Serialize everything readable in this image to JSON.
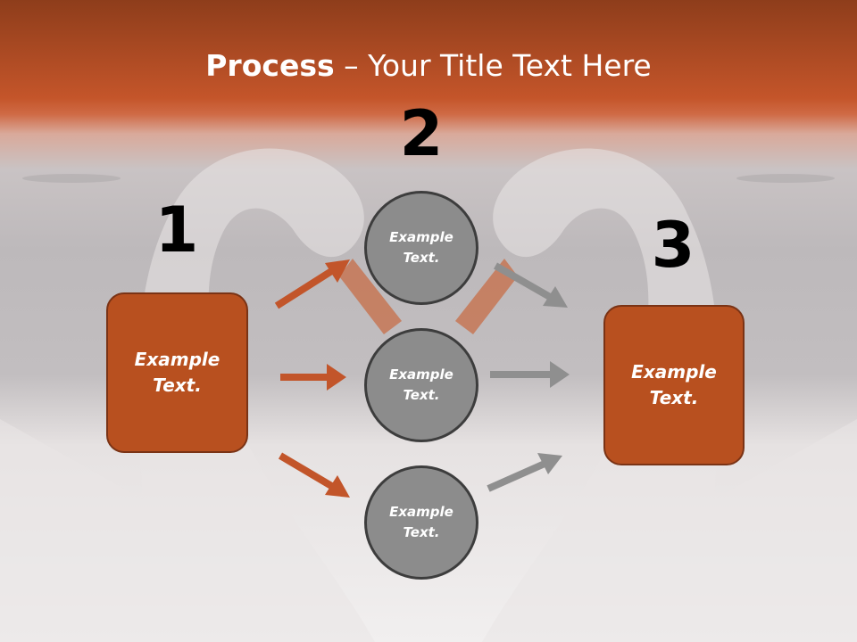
{
  "title": {
    "bold": "Process",
    "rest": " – Your Title Text Here"
  },
  "numbers": {
    "n1": "1",
    "n2": "2",
    "n3": "3"
  },
  "left_box": {
    "text": "Example\nText."
  },
  "right_box": {
    "text": "Example\nText."
  },
  "circles": [
    {
      "text": "Example\nText."
    },
    {
      "text": "Example\nText."
    },
    {
      "text": "Example\nText."
    }
  ],
  "colors": {
    "orange": "#b8501f",
    "gray_circle": "#8c8c8c",
    "gray_arrow": "#8f8f8f"
  }
}
